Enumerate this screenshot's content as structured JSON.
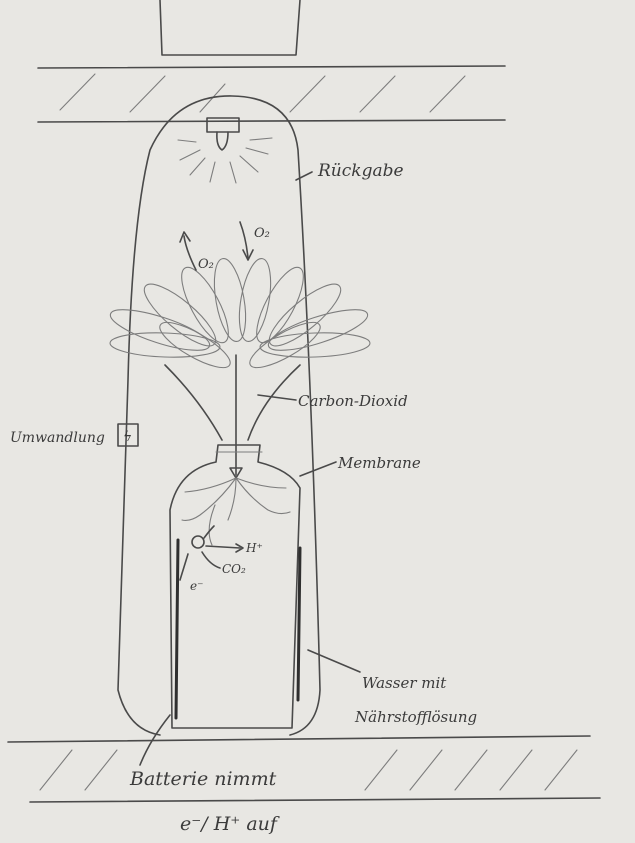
{
  "labels": {
    "rueckgabe": "Rückgabe",
    "carbon_dioxid": "Carbon-Dioxid",
    "membrane": "Membrane",
    "umwandlung": "Umwandlung",
    "wasser_line1": "Wasser mit",
    "wasser_line2": "Nährstofflösung",
    "batterie_line1": "Batterie nimmt",
    "batterie_line2": "e⁻/ H⁺ auf",
    "o2_up": "O₂",
    "o2_down": "O₂",
    "h_plus": "H⁺",
    "co2": "CO₂",
    "e_minus": "e⁻",
    "lightning": "ϟ"
  },
  "colors": {
    "paper": "#e8e7e3",
    "pencil": "#4a4a4a"
  }
}
